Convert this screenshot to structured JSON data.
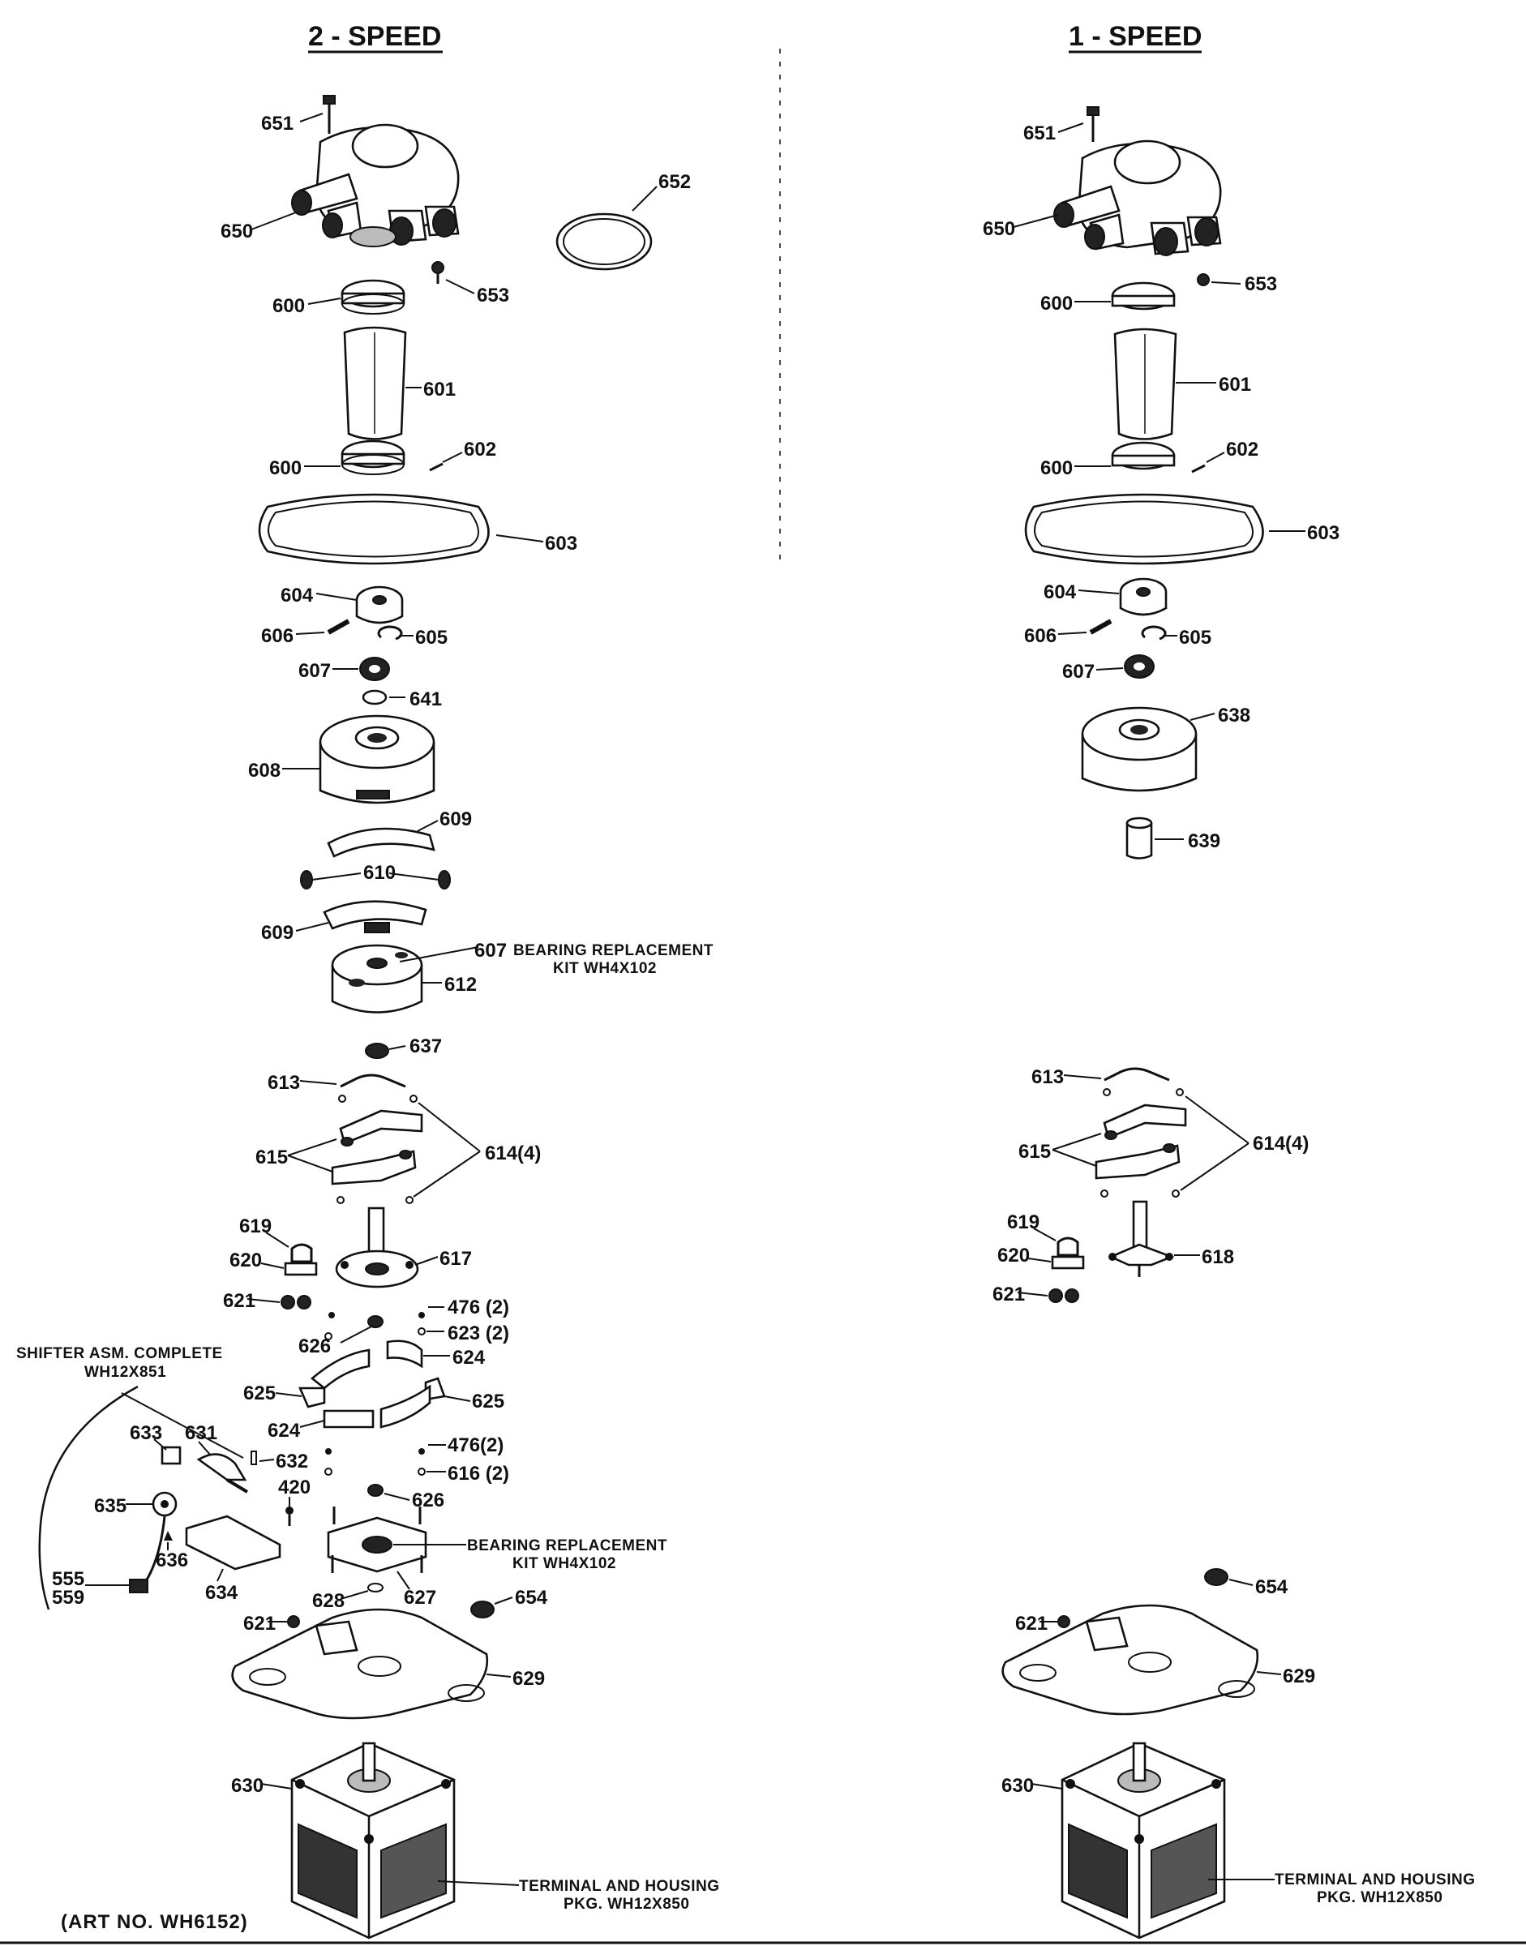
{
  "headers": {
    "left": "2 - SPEED",
    "right": "1 - SPEED"
  },
  "notes": {
    "bearing_kit_line1": "BEARING REPLACEMENT",
    "bearing_kit_line2": "KIT WH4X102",
    "shifter_line1": "SHIFTER ASM. COMPLETE",
    "shifter_line2": "WH12X851",
    "terminal_line1": "TERMINAL AND HOUSING",
    "terminal_line2": "PKG. WH12X850",
    "art_no": "(ART NO. WH6152)"
  },
  "left_labels": {
    "p651": "651",
    "p650": "650",
    "p652": "652",
    "p653": "653",
    "p600a": "600",
    "p601": "601",
    "p600b": "600",
    "p602": "602",
    "p603": "603",
    "p604": "604",
    "p606": "606",
    "p605": "605",
    "p607": "607",
    "p641": "641",
    "p608": "608",
    "p609a": "609",
    "p610": "610",
    "p609b": "609",
    "p607b": "607",
    "p612": "612",
    "p637": "637",
    "p613": "613",
    "p615": "615",
    "p614": "614(4)",
    "p619": "619",
    "p620": "620",
    "p617": "617",
    "p621a": "621",
    "p476a": "476 (2)",
    "p623": "623 (2)",
    "p626a": "626",
    "p624a": "624",
    "p625a": "625",
    "p625b": "625",
    "p624b": "624",
    "p476b": "476(2)",
    "p616": "616 (2)",
    "p626b": "626",
    "p633": "633",
    "p631": "631",
    "p632": "632",
    "p635": "635",
    "p420": "420",
    "p636": "636",
    "p634": "634",
    "p555": "555",
    "p559": "559",
    "p628": "628",
    "p627": "627",
    "p621b": "621",
    "p654": "654",
    "p629": "629",
    "p630": "630"
  },
  "right_labels": {
    "p651": "651",
    "p650": "650",
    "p653": "653",
    "p600a": "600",
    "p601": "601",
    "p600b": "600",
    "p602": "602",
    "p603": "603",
    "p604": "604",
    "p606": "606",
    "p605": "605",
    "p607": "607",
    "p638": "638",
    "p639": "639",
    "p613": "613",
    "p615": "615",
    "p614": "614(4)",
    "p619": "619",
    "p620": "620",
    "p618": "618",
    "p621a": "621",
    "p654": "654",
    "p621b": "621",
    "p629": "629",
    "p630": "630"
  }
}
